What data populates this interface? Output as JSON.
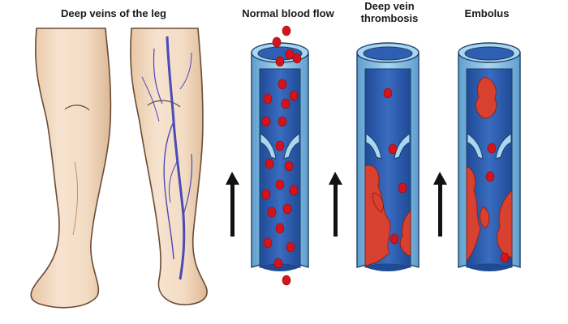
{
  "labels": {
    "legs": "Deep veins of the leg",
    "normal": "Normal blood flow",
    "dvt": "Deep vein thrombosis",
    "embolus": "Embolus"
  },
  "colors": {
    "skin": "#f3dcc4",
    "skin_shadow": "#d9b89a",
    "vein": "#4a4ab8",
    "vessel_wall": "#7fb8dc",
    "vessel_inner": "#2f5fb0",
    "blood_cell": "#d4141a",
    "clot": "#d8402f",
    "arrow": "#111111"
  },
  "icons": [
    "up-arrow-icon",
    "valve-icon",
    "blood-cell-icon",
    "clot-icon"
  ]
}
